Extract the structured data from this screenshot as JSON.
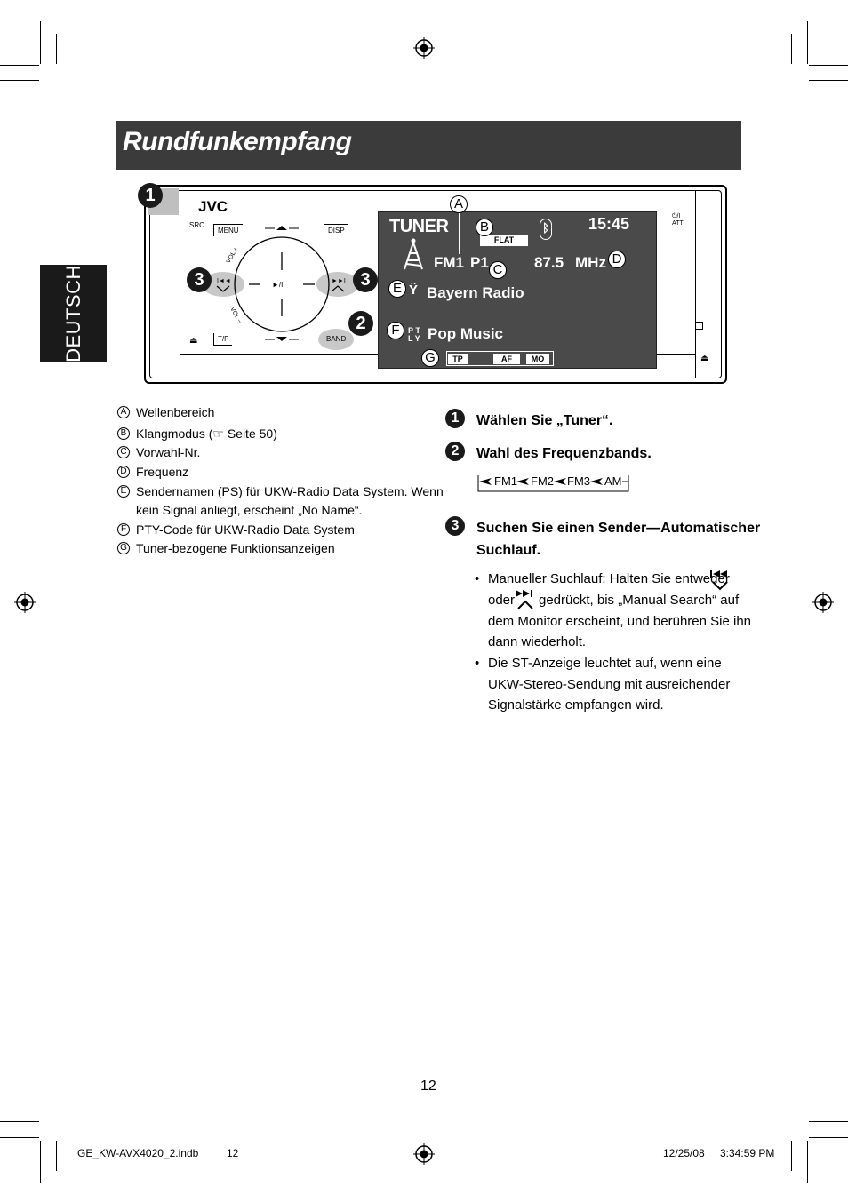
{
  "title": "Rundfunkempfang",
  "side_tab": "DEUTSCH",
  "device": {
    "brand": "JVC",
    "buttons": {
      "src": "SRC",
      "menu": "MENU",
      "disp": "DISP",
      "vol_plus": "VOL +",
      "vol_minus": "VOL –",
      "play_pause": "►/II",
      "prev": "I◄◄",
      "next": "►►I",
      "tp": "T/P",
      "band": "BAND",
      "power_att": "⏻/I ATT"
    },
    "display": {
      "source": "TUNER",
      "sound_mode": "FLAT",
      "time": "15:45",
      "band": "FM1",
      "preset": "P1",
      "frequency": "87.5",
      "unit": "MHz",
      "ps_name": "Bayern Radio",
      "pty": "Pop Music",
      "indicators": [
        "TP",
        "AF",
        "MO"
      ]
    },
    "callouts": {
      "step1": "1",
      "step2": "2",
      "step3a": "3",
      "step3b": "3",
      "A": "A",
      "B": "B",
      "C": "C",
      "D": "D",
      "E": "E",
      "F": "F",
      "G": "G"
    }
  },
  "legend": [
    {
      "letter": "A",
      "text": "Wellenbereich"
    },
    {
      "letter": "B",
      "text": "Klangmodus (☞ Seite 50)"
    },
    {
      "letter": "C",
      "text": "Vorwahl-Nr."
    },
    {
      "letter": "D",
      "text": "Frequenz"
    },
    {
      "letter": "E",
      "text": "Sendernamen (PS) für UKW-Radio Data System. Wenn",
      "text2": "kein Signal anliegt, erscheint „No Name“."
    },
    {
      "letter": "F",
      "text": "PTY-Code für UKW-Radio Data System"
    },
    {
      "letter": "G",
      "text": "Tuner-bezogene Funktionsanzeigen"
    }
  ],
  "steps": [
    {
      "num": "1",
      "text": "Wählen Sie „Tuner“."
    },
    {
      "num": "2",
      "text": "Wahl des Frequenzbands."
    },
    {
      "num": "3",
      "text": "Suchen Sie einen Sender—Automatischer",
      "text2": "Suchlauf."
    }
  ],
  "band_cycle": [
    "FM1",
    "FM2",
    "FM3",
    "AM"
  ],
  "bullets": {
    "b1_l1": "Manueller Suchlauf: Halten Sie entweder",
    "b1_l2a": "oder",
    "b1_l2b": "gedrückt, bis „Manual Search“ auf",
    "b1_l3": "dem Monitor erscheint, und berühren Sie ihn",
    "b1_l4": "dann wiederholt.",
    "b2_l1": "Die ST-Anzeige leuchtet auf, wenn eine",
    "b2_l2": "UKW-Stereo-Sendung mit ausreichender",
    "b2_l3": "Signalstärke empfangen wird."
  },
  "page_number": "12",
  "footer": {
    "file": "GE_KW-AVX4020_2.indb",
    "file_page": "12",
    "date": "12/25/08",
    "time": "3:34:59 PM"
  }
}
